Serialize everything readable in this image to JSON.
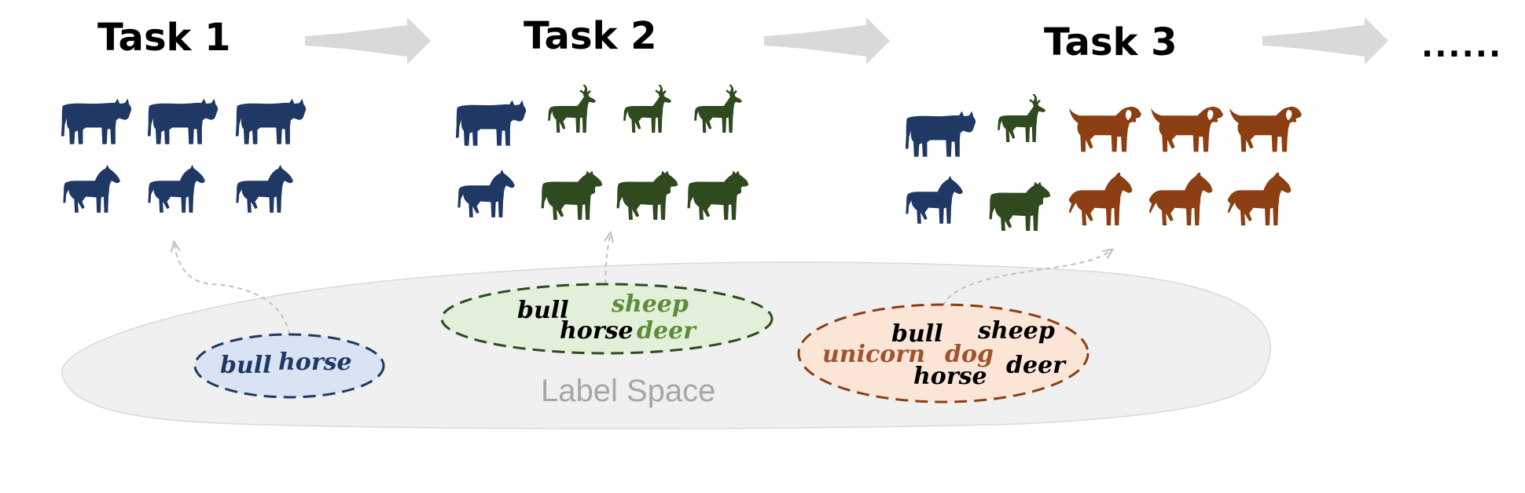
{
  "tasks": [
    {
      "title": "Task 1"
    },
    {
      "title": "Task 2"
    },
    {
      "title": "Task 3"
    }
  ],
  "continuation": "......",
  "label_space": "Label Space",
  "colors": {
    "old_class": "#1f3864",
    "task2_class": "#2f4a1e",
    "task3_class": "#8b3f12",
    "task2_label": "#5e8c3a",
    "task3_label": "#a0522d",
    "task1_fill": "#dae3f3",
    "task2_fill": "#e2efd9",
    "task3_fill": "#fbe5d6",
    "label_space_fill": "#f0f0f0",
    "arrow": "#d9d9d9"
  },
  "task1_labels": [
    "bull",
    "horse"
  ],
  "task2_labels": [
    "bull",
    "sheep",
    "horse",
    "deer"
  ],
  "task3_labels": [
    "bull",
    "sheep",
    "unicorn",
    "dog",
    "horse",
    "deer"
  ],
  "icons": {
    "task1": [
      "bull-icon",
      "horse-icon"
    ],
    "task2": [
      "bull-icon",
      "deer-icon",
      "horse-icon",
      "sheep-icon"
    ],
    "task3": [
      "bull-icon",
      "deer-icon",
      "dog-icon",
      "horse-icon",
      "sheep-icon",
      "unicorn-icon"
    ]
  }
}
